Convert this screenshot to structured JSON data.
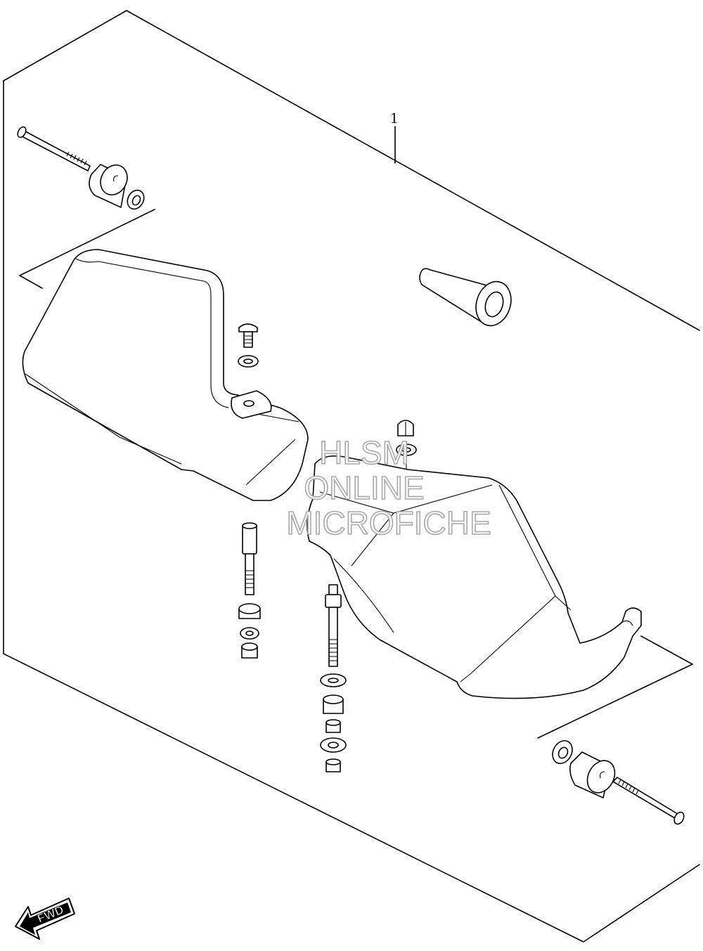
{
  "diagram": {
    "callout_number": "1",
    "watermark_lines": [
      "HLSM",
      "ONLINE",
      "MICROFICHE"
    ],
    "direction_label": "FWD"
  }
}
